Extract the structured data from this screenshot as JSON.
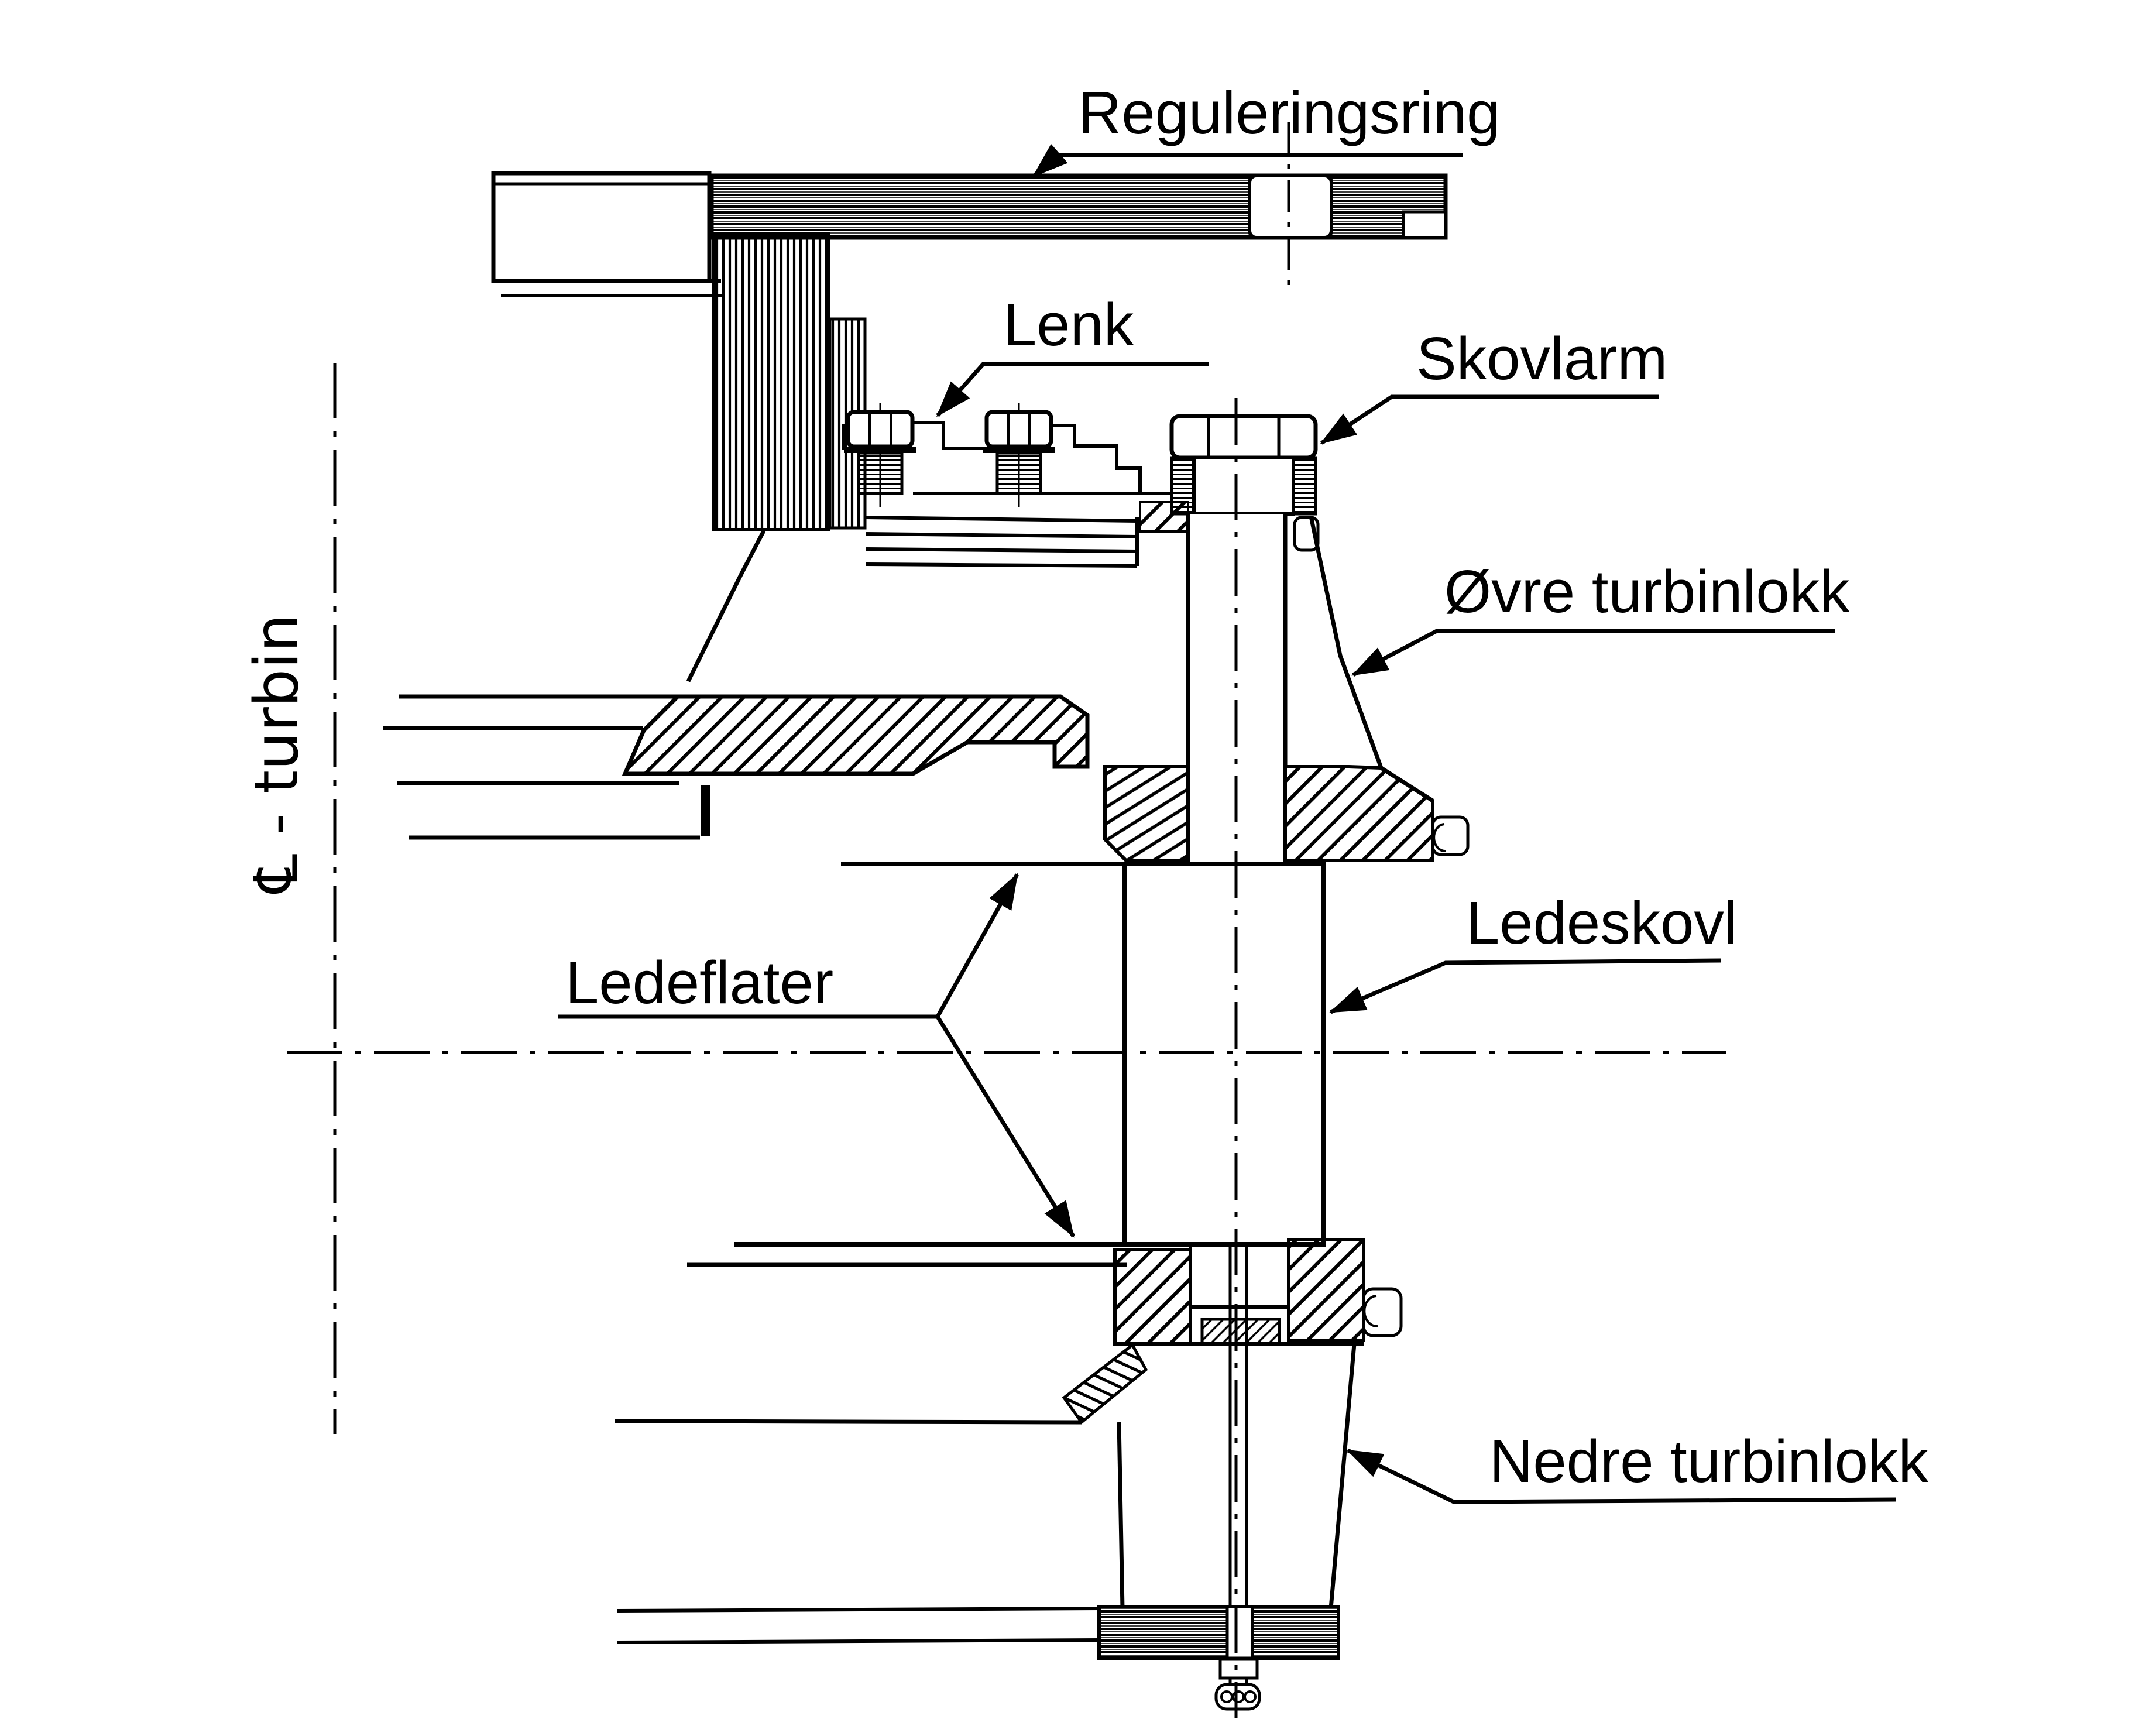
{
  "figure": {
    "kind": "scanned technical cross-section drawing",
    "colors": {
      "ink": "#000000",
      "paper": "#ffffff"
    },
    "labels": {
      "reguleringsring": "Reguleringsring",
      "lenk": "Lenk",
      "skovlarm": "Skovlarm",
      "ovre_turbinlokk": "Øvre turbinlokk",
      "ledeskovl": "Ledeskovl",
      "ledeflater": "Ledeflater",
      "nedre_turbinlokk": "Nedre turbinlokk",
      "centerline_turbin": "℄ - turbin"
    }
  }
}
